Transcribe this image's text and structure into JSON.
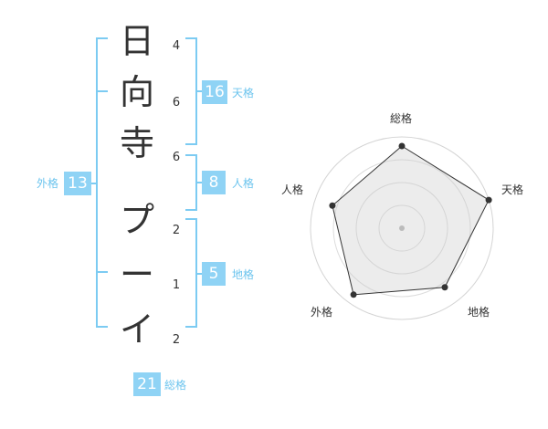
{
  "name": {
    "characters": [
      "日",
      "向",
      "寺",
      "プ",
      "ー",
      "イ"
    ],
    "strokes": [
      "4",
      "6",
      "6",
      "2",
      "1",
      "2"
    ]
  },
  "fortunes": {
    "tenkaku": {
      "value": "16",
      "label": "天格"
    },
    "jinkaku": {
      "value": "8",
      "label": "人格"
    },
    "chikaku": {
      "value": "5",
      "label": "地格"
    },
    "gaikaku": {
      "value": "13",
      "label": "外格"
    },
    "soukaku": {
      "value": "21",
      "label": "総格"
    }
  },
  "radar": {
    "axes": [
      "総格",
      "天格",
      "地格",
      "外格",
      "人格"
    ],
    "levels": 4,
    "scores": [
      0.9,
      1.0,
      0.8,
      0.9,
      0.8
    ]
  },
  "colors": {
    "accent": "#8fd3f5",
    "bracket": "#7ccbf2",
    "text": "#333333"
  }
}
